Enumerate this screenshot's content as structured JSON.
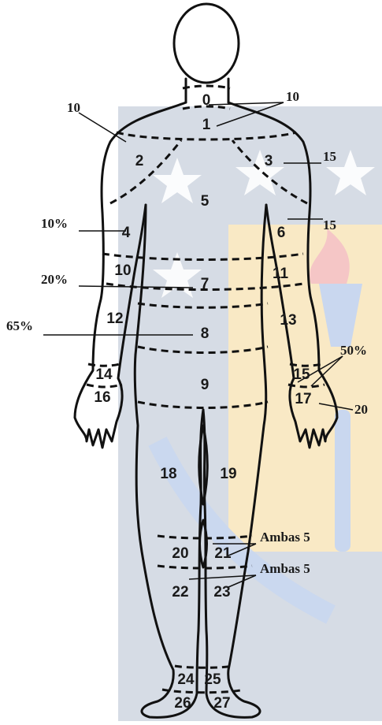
{
  "watermark": {
    "colors": {
      "blue": "#c9d7ef",
      "gold": "#f7e1b2",
      "red": "#f5c6c6"
    }
  },
  "zones": [
    "0",
    "1",
    "2",
    "3",
    "4",
    "5",
    "6",
    "7",
    "8",
    "9",
    "10",
    "11",
    "12",
    "13",
    "14",
    "15",
    "16",
    "17",
    "18",
    "19",
    "20",
    "21",
    "22",
    "23",
    "24",
    "25",
    "26",
    "27"
  ],
  "annotations": {
    "neck_right": "10",
    "left_shoulder": "10",
    "right_shoulder": "15",
    "right_upper_arm": "15",
    "left_upper_arm": "10%",
    "left_elbow": "20%",
    "left_forearm": "65%",
    "right_wrist": "50%",
    "right_hand": "20",
    "knees": "Ambas 5",
    "lower_knees": "Ambas 5"
  }
}
